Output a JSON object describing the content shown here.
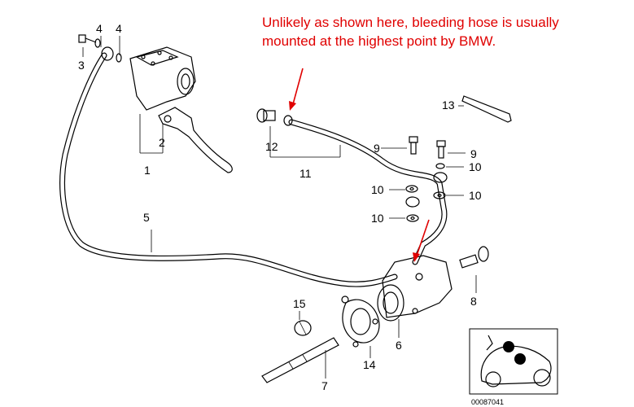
{
  "annotation": {
    "line1": "Unlikely as shown here, bleeding hose is usually",
    "line2": "mounted at the highest point by BMW."
  },
  "labels": {
    "p1": "1",
    "p2": "2",
    "p3": "3",
    "p4a": "4",
    "p4b": "4",
    "p5": "5",
    "p6": "6",
    "p7": "7",
    "p8": "8",
    "p9a": "9",
    "p9b": "9",
    "p10a": "10",
    "p10b": "10",
    "p10c": "10",
    "p10d": "10",
    "p11": "11",
    "p12": "12",
    "p13": "13",
    "p14": "14",
    "p15": "15"
  },
  "thumbnail": {
    "code": "00087041"
  },
  "colors": {
    "annotation": "#e00000",
    "arrow": "#e00000",
    "linework": "#000000"
  }
}
